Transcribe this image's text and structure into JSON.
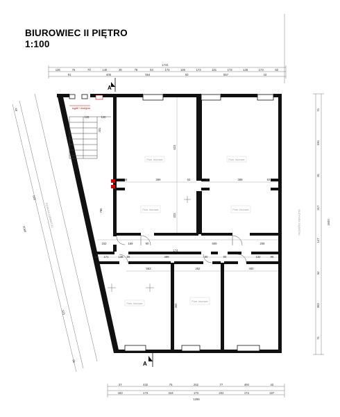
{
  "title": {
    "line1": "BIUROWIEC II PIĘTRO",
    "line2": "1:100"
  },
  "section_marker": "A",
  "side_labels": {
    "left": "DZIAŁKA (GRANICA)",
    "right": "BUDYNEK SĄSIEDNI"
  },
  "stair_label": "kąpiel / dźwignia",
  "dims_top_row1": [
    "126",
    "76",
    "70",
    "140",
    "30",
    "78",
    "54",
    "173",
    "180",
    "173",
    "131",
    "173",
    "128",
    "173",
    "82"
  ],
  "dims_top_row2": [
    "91",
    "406",
    "554",
    "93",
    "557",
    "43"
  ],
  "dims_top_total": "1731",
  "dims_bottom_row1": [
    "27",
    "432",
    "75",
    "252",
    "77",
    "400",
    "43"
  ],
  "dims_bottom_row2": [
    "183",
    "173",
    "234",
    "173",
    "202",
    "173",
    "187"
  ],
  "dims_bottom_total": "1286",
  "dims_right": [
    "74",
    "591",
    "81",
    "317",
    "147",
    "54",
    "360",
    "74"
  ],
  "dims_right_total": "1600",
  "dims_left": [
    "48",
    "620",
    "2080",
    "575",
    "96"
  ],
  "dims_inner": {
    "stair_width": "120",
    "stair_left": "129",
    "stair_height": "401",
    "r1_width": "389",
    "r1_left": "69",
    "r1_right": "63",
    "r2_width": "389",
    "r2_left": "55",
    "r2_right": "93",
    "r1_height": "623",
    "r1_lower": "323",
    "corr_left": "786",
    "corr_a": "152",
    "corr_b": "169",
    "corr_c": "90",
    "corr_d": "609",
    "corr_e": "208",
    "corr_f": "174",
    "hall_a": "171",
    "hall_b": "136",
    "hall_c": "90",
    "hall_d": "499",
    "hall_e": "90",
    "hall_f": "90",
    "hall_g": "132",
    "hall_h": "98",
    "r3_width": "563",
    "r4_width": "252",
    "r5_width": "400",
    "r4_height": "360"
  },
  "room_tags": [
    "Pom. biurowe",
    "Pom. biurowe",
    "Pom. biurowe",
    "Pom. biurowe",
    "Pom. biurowe",
    "Pom. biurowe"
  ]
}
